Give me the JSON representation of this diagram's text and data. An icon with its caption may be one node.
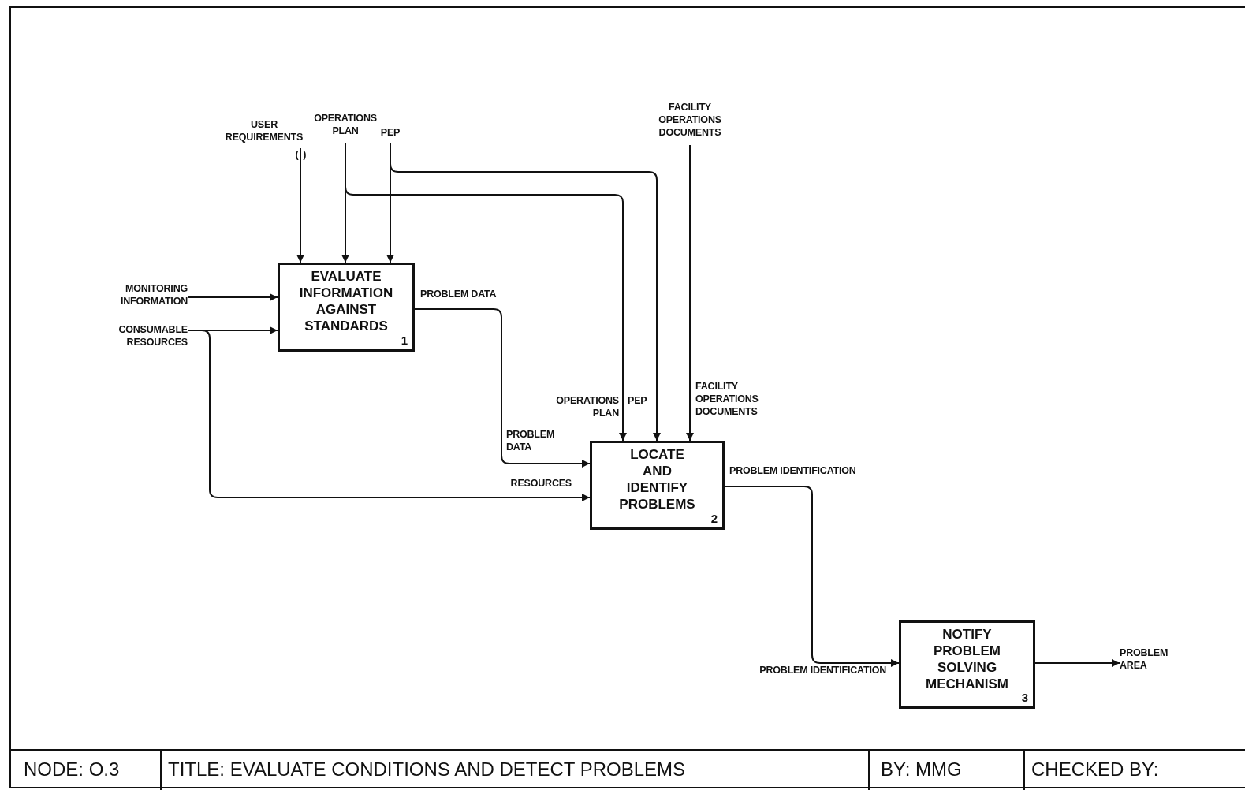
{
  "diagram": {
    "nodes": [
      {
        "text": [
          "EVALUATE INFORMATION AGAINST STANDARDS",
          "1"
        ]
      },
      {
        "text": [
          "LOCATE AND IDENTIFY PROBLEMS",
          "2"
        ]
      },
      {
        "text": [
          "NOTIFY PROBLEM SOLVING MECHANISM",
          "3"
        ]
      },
      {
        "text": [
          "USER REQUIREMENTS"
        ]
      },
      {
        "text": [
          "OPERATIONS PLAN"
        ]
      },
      {
        "text": [
          "PEP"
        ]
      },
      {
        "text": [
          "FACILITY OPERATIONS DOCUMENTS"
        ]
      },
      {
        "text": [
          "MONITORING INFORMATION"
        ]
      },
      {
        "text": [
          "CONSUMABLE RESOURCES"
        ]
      },
      {
        "text": [
          "PROBLEM AREA"
        ]
      }
    ],
    "edges": [
      {
        "from": 3,
        "to": 0,
        "arrow": "to"
      },
      {
        "from": 4,
        "to": 0,
        "arrow": "to"
      },
      {
        "from": 5,
        "to": 0,
        "arrow": "to"
      },
      {
        "from": 4,
        "to": 1,
        "arrow": "to",
        "label": "OPERATIONS PLAN"
      },
      {
        "from": 5,
        "to": 1,
        "arrow": "to",
        "label": "PEP"
      },
      {
        "from": 6,
        "to": 1,
        "arrow": "to",
        "label": "FACILITY OPERATIONS DOCUMENTS"
      },
      {
        "from": 7,
        "to": 0,
        "arrow": "to"
      },
      {
        "from": 8,
        "to": 0,
        "arrow": "to"
      },
      {
        "from": 8,
        "to": 1,
        "arrow": "to",
        "label": "RESOURCES"
      },
      {
        "from": 0,
        "to": 1,
        "arrow": "to",
        "label": "PROBLEM DATA"
      },
      {
        "from": 1,
        "to": 2,
        "arrow": "to",
        "label": "PROBLEM IDENTIFICATION"
      },
      {
        "from": 2,
        "to": 9,
        "arrow": "to"
      }
    ],
    "labels": [
      "( )",
      "PROBLEM DATA",
      "PROBLEM IDENTIFICATION",
      "NODE: O.3",
      "TITLE: EVALUATE CONDITIONS AND DETECT PROBLEMS",
      "BY: MMG",
      "CHECKED BY:"
    ]
  }
}
